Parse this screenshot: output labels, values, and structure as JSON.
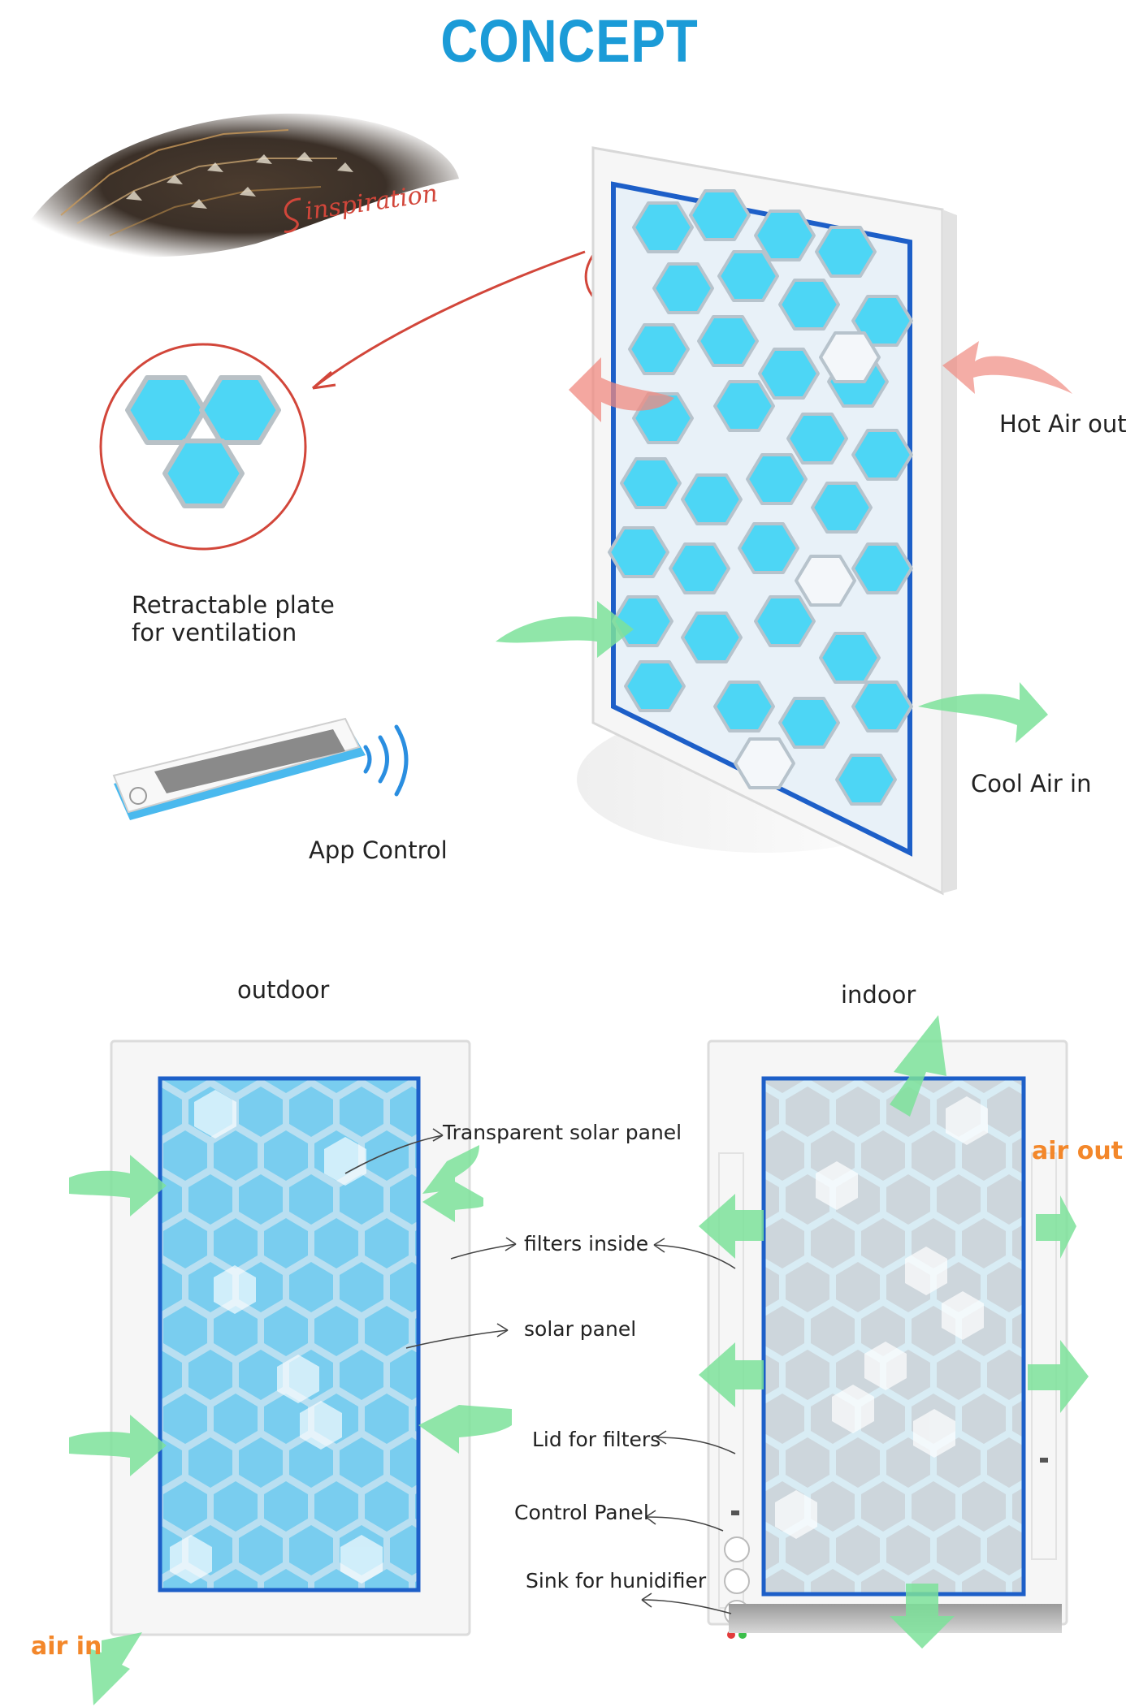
{
  "title": "CONCEPT",
  "concept": {
    "inspiration_label": "inspiration",
    "hot_air_label": "Hot Air out",
    "cool_air_label": "Cool Air in",
    "plate_label_line1": "Retractable plate",
    "plate_label_line2": "for ventilation",
    "app_label": "App Control"
  },
  "outdoor": {
    "heading": "outdoor",
    "air_in_label": "air in"
  },
  "indoor": {
    "heading": "indoor",
    "air_out_label": "air out"
  },
  "callouts": {
    "transparent_solar": "Transparent  solar panel",
    "filters_inside": "filters inside",
    "solar_panel": "solar panel",
    "lid_filters": "Lid for filters",
    "control_panel": "Control Panel",
    "sink_humidifier": "Sink for hunidifier"
  },
  "colors": {
    "title": "#1b9bd7",
    "hex_cyan": "#4dd6f5",
    "frame_blue": "#1d5fc8",
    "arrow_green": "#7de29a",
    "arrow_red": "#f08a80",
    "sketch_red": "#d2463a",
    "orange": "#f3872a"
  }
}
